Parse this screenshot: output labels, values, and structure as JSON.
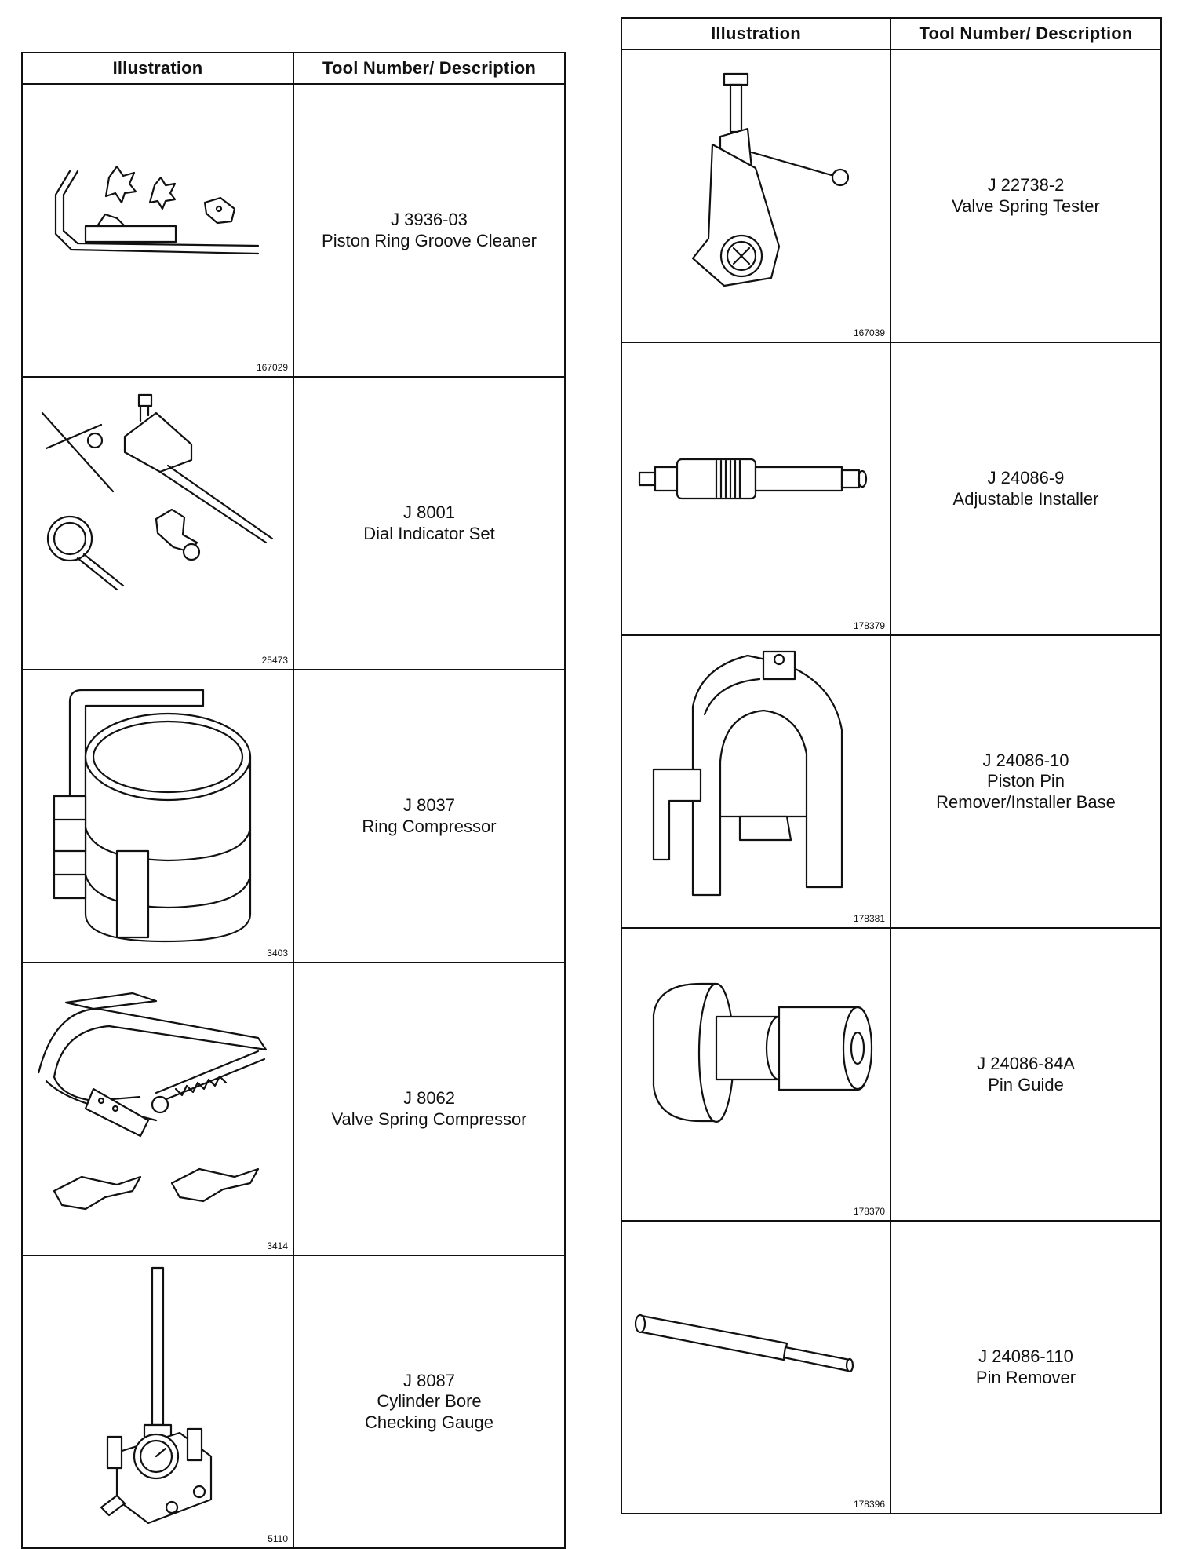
{
  "left_table": {
    "header_illustration": "Illustration",
    "header_description": "Tool Number/ Description",
    "rows": [
      {
        "fig": "167029",
        "number": "J 3936-03",
        "description": "Piston Ring Groove Cleaner"
      },
      {
        "fig": "25473",
        "number": "J 8001",
        "description": "Dial Indicator Set"
      },
      {
        "fig": "3403",
        "number": "J 8037",
        "description": "Ring Compressor"
      },
      {
        "fig": "3414",
        "number": "J 8062",
        "description": "Valve Spring Compressor"
      },
      {
        "fig": "5110",
        "number": "J 8087",
        "description": "Cylinder Bore",
        "description2": "Checking Gauge"
      }
    ]
  },
  "right_table": {
    "header_illustration": "Illustration",
    "header_description": "Tool Number/ Description",
    "rows": [
      {
        "fig": "167039",
        "number": "J 22738-2",
        "description": "Valve Spring Tester"
      },
      {
        "fig": "178379",
        "number": "J 24086-9",
        "description": "Adjustable Installer"
      },
      {
        "fig": "178381",
        "number": "J 24086-10",
        "description": "Piston Pin",
        "description2": "Remover/Installer Base"
      },
      {
        "fig": "178370",
        "number": "J 24086-84A",
        "description": "Pin Guide"
      },
      {
        "fig": "178396",
        "number": "J 24086-110",
        "description": "Pin Remover"
      }
    ]
  }
}
